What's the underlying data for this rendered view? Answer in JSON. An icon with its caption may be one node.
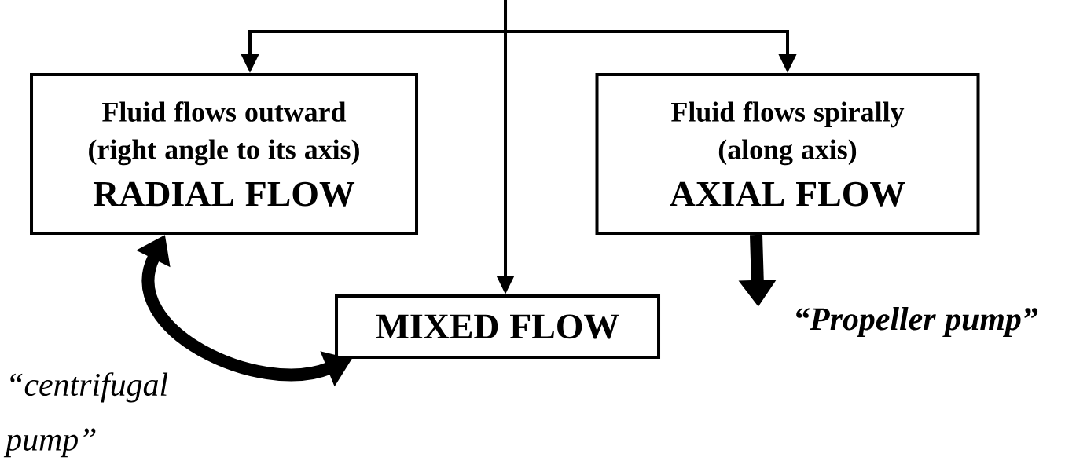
{
  "diagram": {
    "nodes": [
      {
        "text": [
          "Fluid flows outward (right angle to its axis)",
          "RADIAL FLOW"
        ]
      },
      {
        "text": [
          "Fluid flows spirally (along axis)",
          "AXIAL FLOW"
        ]
      },
      {
        "text": [
          "MIXED FLOW"
        ]
      },
      {
        "text": [
          "“Propeller pump”"
        ]
      }
    ],
    "edges": [
      {
        "from": null,
        "to": 0,
        "arrow": "to"
      },
      {
        "from": null,
        "to": 1,
        "arrow": "to"
      },
      {
        "from": null,
        "to": 2,
        "arrow": "to"
      },
      {
        "from": 0,
        "to": 2,
        "arrow": "both",
        "style": "thick",
        "label": "“centrifugal pump”"
      },
      {
        "from": 1,
        "to": 3,
        "arrow": "to",
        "style": "thick"
      }
    ]
  }
}
